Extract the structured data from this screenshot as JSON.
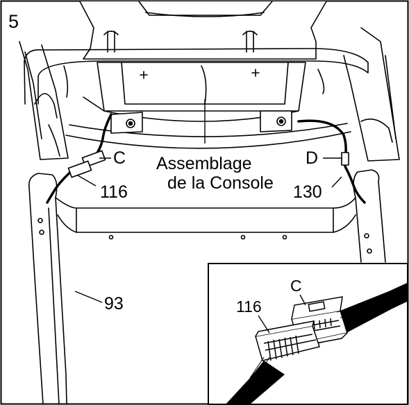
{
  "step_number": "5",
  "labels": {
    "c": "C",
    "assembly_line1": "Assemblage",
    "assembly_line2": "de la Console",
    "d": "D",
    "wire_116": "116",
    "wire_130": "130",
    "upright_93": "93",
    "inset_116": "116",
    "inset_c": "C"
  }
}
